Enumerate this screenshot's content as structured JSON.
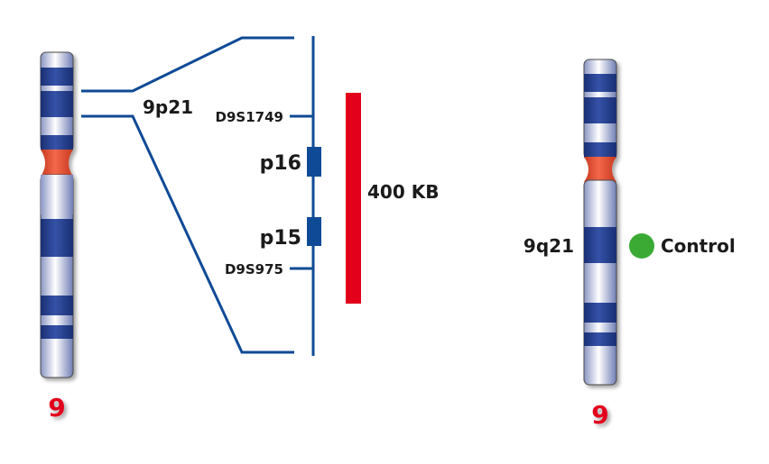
{
  "left_chromosome": {
    "number": "9",
    "region_label": "9p21"
  },
  "zoom": {
    "markers": {
      "top": "D9S1749",
      "bottom": "D9S975"
    },
    "genes": {
      "upper": "p16",
      "lower": "p15"
    },
    "deletion_size": "400 KB"
  },
  "right_chromosome": {
    "number": "9",
    "region_label": "9q21",
    "probe_label": "Control"
  },
  "colors": {
    "band_dark": "#1f3c8f",
    "centromere": "#e8472d",
    "probe_bar": "#e2001a",
    "gene_box": "#0f4a96",
    "lines": "#0f4a96",
    "control_dot": "#3aaa35",
    "number": "#e2001a"
  }
}
